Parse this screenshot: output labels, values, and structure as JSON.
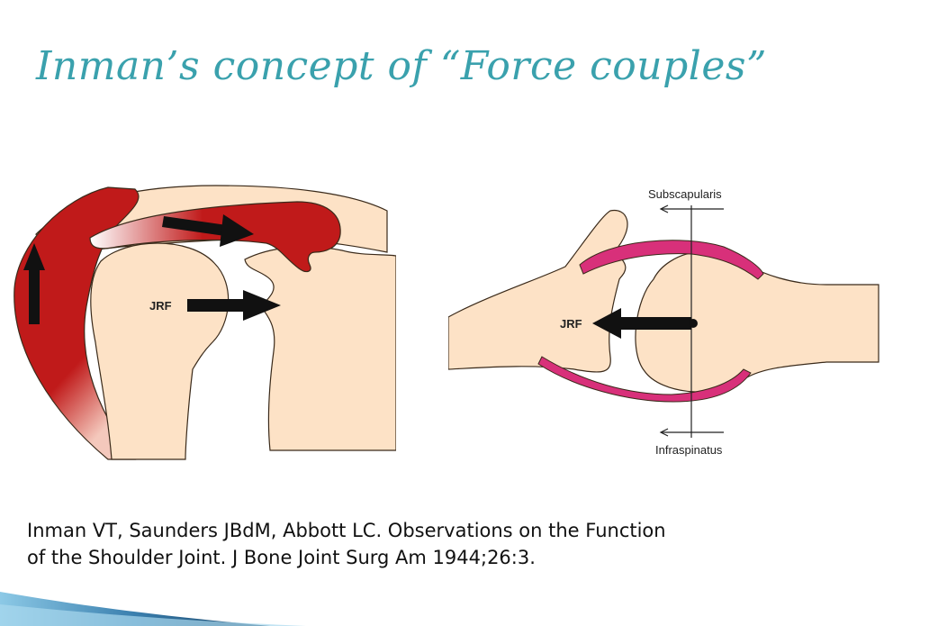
{
  "slide": {
    "title": "Inman’s concept of “Force couples”",
    "reference_line1": "Inman VT, Saunders JBdM, Abbott LC. Observations on the Function",
    "reference_line2": "of the Shoulder Joint. J Bone Joint Surg Am 1944;26:3."
  },
  "left_diagram": {
    "jrf_label": "JRF"
  },
  "right_diagram": {
    "jrf_label": "JRF",
    "top_muscle_label": "Subscapularis",
    "bottom_muscle_label": "Infraspinatus"
  },
  "colors": {
    "title": "#3aa1ad",
    "muscle_red": "#c01a1a",
    "muscle_pink": "#d8307a",
    "bone": "#fde2c6",
    "outline": "#3a2a1a",
    "arrow": "#111111",
    "corner_dark": "#123a5c",
    "corner_light": "#8cc9e6"
  }
}
